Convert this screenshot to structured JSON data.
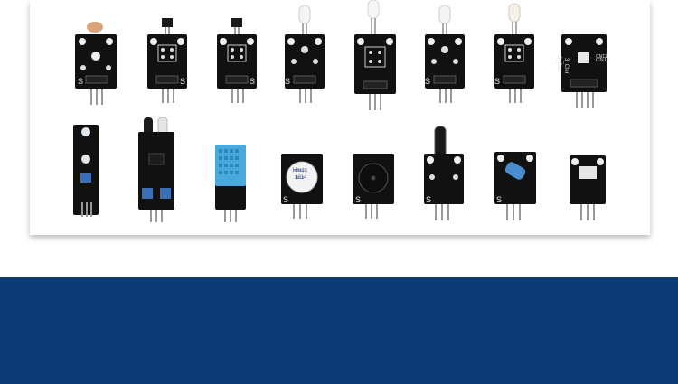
{
  "image": {
    "background": "#ffffff",
    "band_color": "#0b3a74",
    "pcb_color": "#111111"
  },
  "silkscreen": {
    "pin_s": "S",
    "rgb_label": "3_Cler",
    "rgb_label2": "CNT1",
    "buzzer_text_1": "Hmzq",
    "buzzer_text_2": "1214"
  }
}
